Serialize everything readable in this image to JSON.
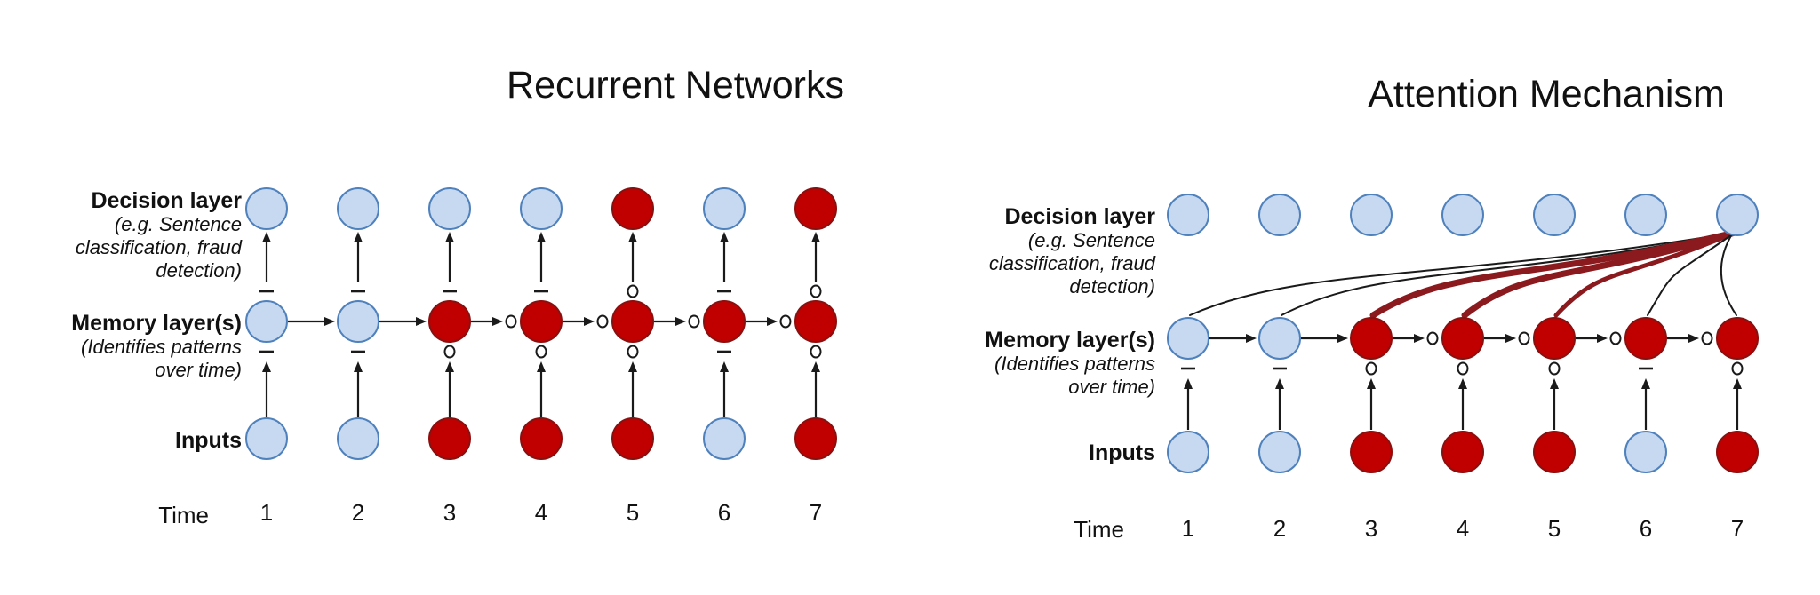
{
  "diagram": {
    "colors": {
      "blue": {
        "fill": "#c6d9f0",
        "stroke": "#4f81bd"
      },
      "red": {
        "fill": "#c00000",
        "stroke": "#8a1010"
      },
      "attention_red": "#8b1a1e",
      "line": "#1a1a1a"
    },
    "row_labels": {
      "decision_title": "Decision layer",
      "decision_subtitle": "(e.g. Sentence classification, fraud detection)",
      "memory_title": "Memory layer(s)",
      "memory_subtitle": "(Identifies patterns over time)",
      "inputs_title": "Inputs",
      "time_title": "Time"
    },
    "time_labels": [
      "1",
      "2",
      "3",
      "4",
      "5",
      "6",
      "7"
    ],
    "panels": [
      {
        "title": "Recurrent Networks",
        "decision_colors": [
          "blue",
          "blue",
          "blue",
          "blue",
          "red",
          "blue",
          "red"
        ],
        "memory_colors": [
          "blue",
          "blue",
          "red",
          "red",
          "red",
          "red",
          "red"
        ],
        "input_colors": [
          "blue",
          "blue",
          "red",
          "red",
          "red",
          "blue",
          "red"
        ],
        "decision_gates": [
          "-",
          "-",
          "-",
          "-",
          "o",
          "-",
          "o"
        ],
        "input_gates": [
          "-",
          "-",
          "o",
          "o",
          "o",
          "-",
          "o"
        ],
        "recurrent_gates": [
          null,
          null,
          "o",
          "o",
          "o",
          "o"
        ],
        "attention": false
      },
      {
        "title": "Attention Mechanism",
        "decision_colors": [
          "blue",
          "blue",
          "blue",
          "blue",
          "blue",
          "blue",
          "blue"
        ],
        "memory_colors": [
          "blue",
          "blue",
          "red",
          "red",
          "red",
          "red",
          "red"
        ],
        "input_colors": [
          "blue",
          "blue",
          "red",
          "red",
          "red",
          "blue",
          "red"
        ],
        "decision_gates": null,
        "input_gates": [
          "-",
          "-",
          "o",
          "o",
          "o",
          "-",
          "o"
        ],
        "recurrent_gates": [
          null,
          null,
          "o",
          "o",
          "o",
          "o"
        ],
        "attention": true,
        "attention_source": 7,
        "attention_targets": [
          {
            "to": 1,
            "weight": "thin",
            "color": "black"
          },
          {
            "to": 2,
            "weight": "thin",
            "color": "black"
          },
          {
            "to": 3,
            "weight": "thick",
            "color": "red"
          },
          {
            "to": 4,
            "weight": "thick",
            "color": "red"
          },
          {
            "to": 5,
            "weight": "medium",
            "color": "red"
          },
          {
            "to": 6,
            "weight": "thin",
            "color": "black"
          },
          {
            "to": 7,
            "weight": "thin",
            "color": "black"
          }
        ]
      }
    ]
  }
}
